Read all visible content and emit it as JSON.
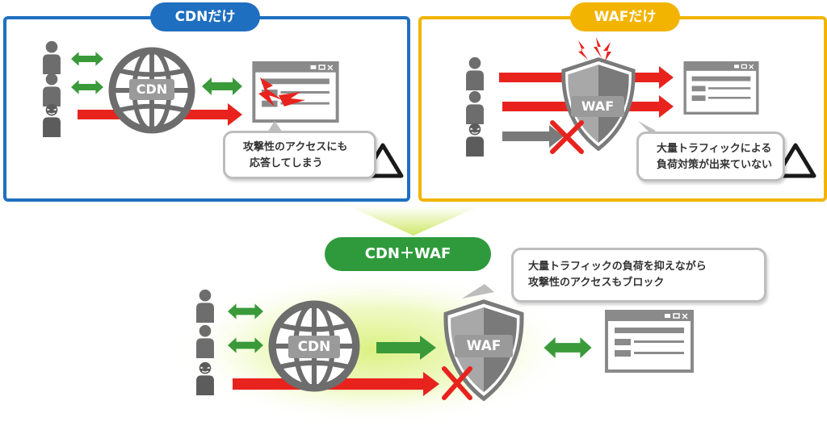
{
  "panels": {
    "cdn_only": {
      "title": "CDNだけ",
      "globe_label": "CDN",
      "bubble_lines": [
        "攻撃性のアクセスにも",
        "応答してしまう"
      ],
      "rating_icon": "triangle-icon"
    },
    "waf_only": {
      "title": "WAFだけ",
      "shield_label": "WAF",
      "bubble_lines": [
        "大量トラフィックによる",
        "負荷対策が出来ていない"
      ],
      "rating_icon": "triangle-icon"
    }
  },
  "combined": {
    "title": "CDN＋WAF",
    "globe_label": "CDN",
    "shield_label": "WAF",
    "bubble_lines": [
      "大量トラフィックの負荷を抑えながら",
      "攻撃性のアクセスもブロック"
    ],
    "rating_icon": "double-circle-icon"
  },
  "colors": {
    "cdn_blue": "#1f6fc0",
    "waf_yellow": "#f2b400",
    "combo_green": "#2f9a3c",
    "attack_red": "#e8231e",
    "access_green": "#3a9a3a",
    "icon_gray": "#6d6d6d",
    "rating_orange": "#f07820"
  }
}
